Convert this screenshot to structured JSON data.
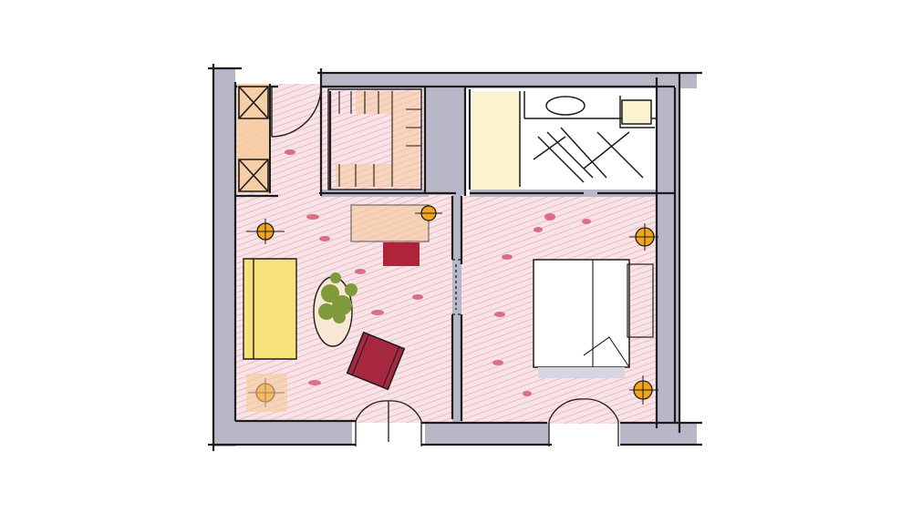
{
  "plan": {
    "colors": {
      "wall": "#b8b7c8",
      "floor": "#f6dde0",
      "floor_hatch": "#e7a9b3",
      "closet": "#f5c99a",
      "sofa": "#f7e27a",
      "armchair": "#a8283f",
      "pouf": "#b0243a",
      "plant": "#7f9a3a",
      "lamp": "#f2a41c",
      "bath_tint": "#fbf3cf",
      "line": "#1c1c1c"
    },
    "rooms": [
      "entry-closet",
      "walk-in-closet",
      "bathroom",
      "living-room",
      "bedroom"
    ],
    "icons": [
      "floor-lamp-icon",
      "sofa-icon",
      "armchair-icon",
      "plant-icon",
      "bed-icon",
      "door-icon",
      "sink-icon"
    ]
  }
}
